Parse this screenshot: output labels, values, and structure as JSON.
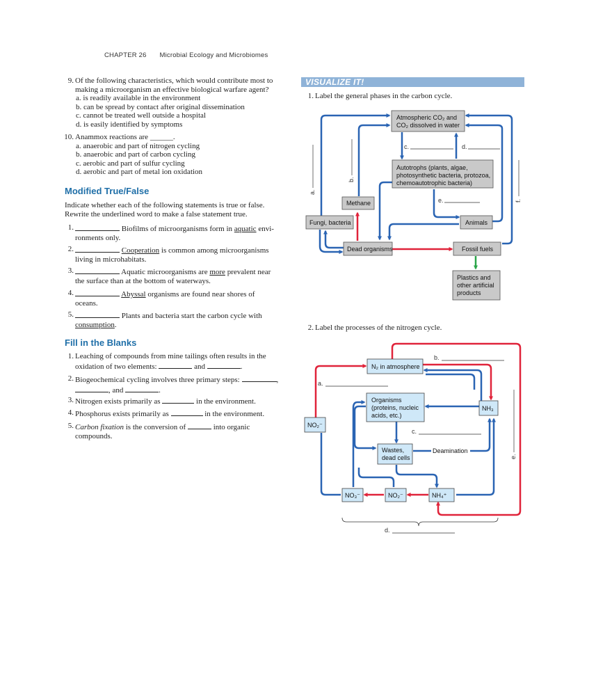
{
  "header": {
    "chapter": "CHAPTER 26",
    "title": "Microbial Ecology and Microbiomes"
  },
  "mc": [
    {
      "num": "9.",
      "lines": [
        "Of the following characteristics, which would contribute most to",
        "making a microorganism an effective biological warfare agent?"
      ],
      "options": [
        "a. is readily available in the environment",
        "b. can be spread by contact after original dissemination",
        "c. cannot be treated well outside a hospital",
        "d. is easily identified by symptoms"
      ]
    },
    {
      "num": "10.",
      "lines": [
        "Anammox reactions are ______."
      ],
      "options": [
        "a. anaerobic and part of nitrogen cycling",
        "b. anaerobic and part of carbon cycling",
        "c. aerobic and part of sulfur cycling",
        "d. aerobic and part of metal ion oxidation"
      ]
    }
  ],
  "tf_section": {
    "heading": "Modified True/False",
    "instructions": [
      "Indicate whether each of the following statements is true or false.",
      "Rewrite the underlined word to make a false statement true."
    ],
    "items": [
      {
        "num": "1.",
        "pre": " Biofilms of microorganisms form in ",
        "u": "aquatic",
        "post": " envi-",
        "line2": "ronments only."
      },
      {
        "num": "2.",
        "pre": " ",
        "u": "Cooperation",
        "post": " is common among microorganisms",
        "line2": "living in microhabitats."
      },
      {
        "num": "3.",
        "pre": " Aquatic microorganisms are ",
        "u": "more",
        "post": " prevalent near",
        "line2": "the surface than at the bottom of waterways."
      },
      {
        "num": "4.",
        "pre": " ",
        "u": "Abyssal",
        "post": " organisms are found near shores of",
        "line2": "oceans."
      },
      {
        "num": "5.",
        "pre": " Plants and bacteria start the carbon cycle with",
        "u": "",
        "post": "",
        "line2u": "consumption",
        "line2": "."
      }
    ]
  },
  "fb_section": {
    "heading": "Fill in the Blanks",
    "items": [
      {
        "num": "1.",
        "l1": "Leaching of compounds from mine tailings often results in the",
        "l2a": "oxidation of two elements: ",
        "l2b": " and ",
        "l2c": "."
      },
      {
        "num": "2.",
        "l1a": "Biogeochemical cycling involves three primary steps: ",
        "l1b": ",",
        "l2b": ", and ",
        "l2c": "."
      },
      {
        "num": "3.",
        "a": "Nitrogen exists primarily as ",
        "b": " in the environment."
      },
      {
        "num": "4.",
        "a": "Phosphorus exists primarily as ",
        "b": " in the environment."
      },
      {
        "num": "5.",
        "ai": "Carbon fixation",
        "a": " is the conversion of ",
        "b": " into organic",
        "l2": "compounds."
      }
    ]
  },
  "visualize": {
    "title": "VISUALIZE IT!",
    "q1": {
      "num": "1.",
      "text": "Label the general phases in the carbon cycle."
    },
    "q2": {
      "num": "2.",
      "text": "Label the processes of the nitrogen cycle."
    }
  },
  "carbon": {
    "atm_l1": "Atmospheric CO₂ and",
    "atm_l2": "CO₂  dissolved in water",
    "autotrophs": [
      "Autotrophs (plants, algae,",
      "photosynthetic bacteria, protozoa,",
      "chemoautotrophic bacteria)"
    ],
    "methane": "Methane",
    "fungi": "Fungi, bacteria",
    "animals": "Animals",
    "dead": "Dead organisms",
    "fossil": "Fossil fuels",
    "plastics": [
      "Plastics and",
      "other artificial",
      "products"
    ],
    "labels": {
      "a": "a.",
      "b": "b.",
      "c": "c.",
      "d": "d.",
      "e": "e.",
      "f": "f."
    }
  },
  "nitrogen": {
    "n2": "N₂ in atmosphere",
    "organisms": [
      "Organisms",
      "(proteins, nucleic",
      "acids, etc.)"
    ],
    "wastes": [
      "Wastes,",
      "dead cells"
    ],
    "deamination": "Deamination",
    "nh3": "NH₃",
    "no2_left": "NO₂⁻",
    "no3": "NO₃⁻",
    "no2": "NO₂⁻",
    "nh4": "NH₄⁺",
    "labels": {
      "a": "a.",
      "b": "b.",
      "c": "c.",
      "d": "d.",
      "e": "e."
    }
  },
  "colors": {
    "blue_arrow": "#2a64b3",
    "red_arrow": "#e0233a",
    "green_arrow": "#2aa548",
    "gray_box": "#c9c9c9",
    "blue_box": "#cfe8f8",
    "heading": "#1f6fa8"
  }
}
